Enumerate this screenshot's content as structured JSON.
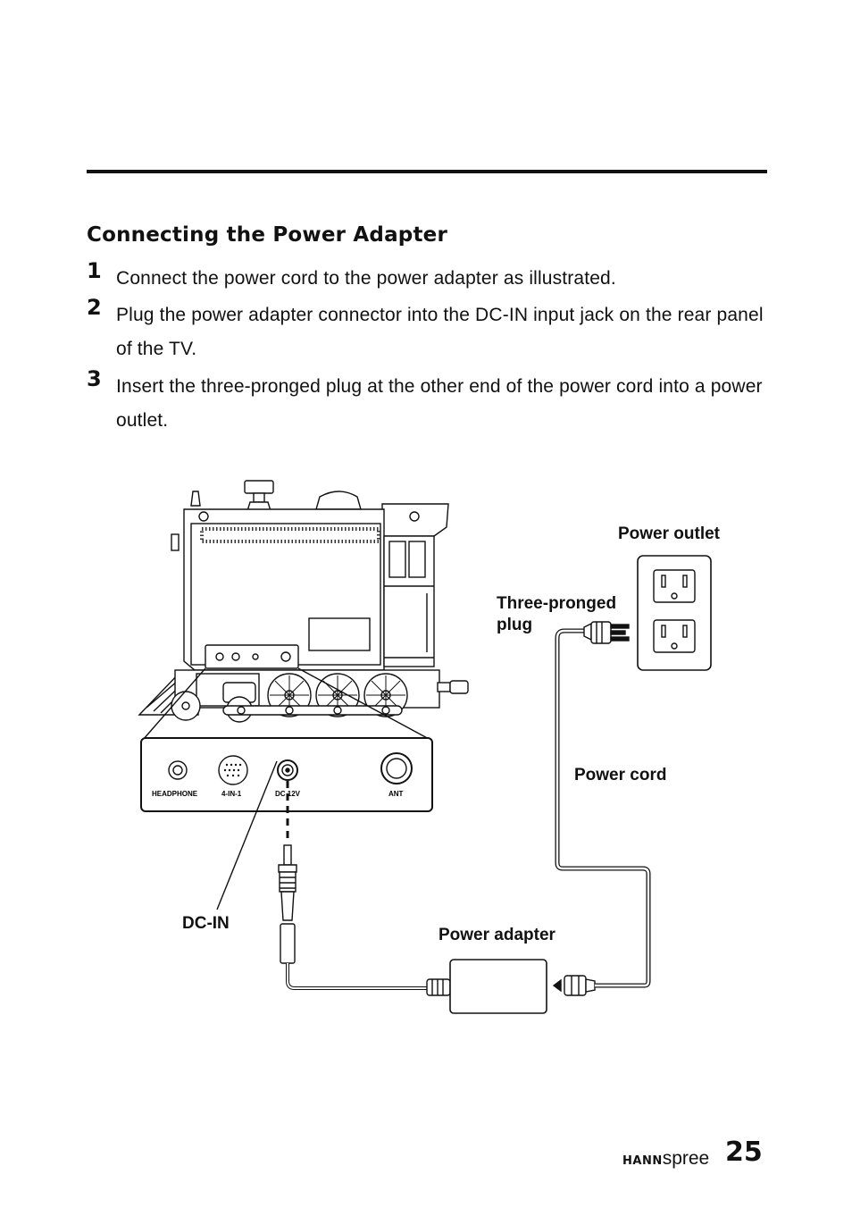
{
  "section": {
    "title": "Connecting the Power Adapter"
  },
  "steps": [
    {
      "number": "1",
      "text": "Connect the power cord to the power adapter as illustrated."
    },
    {
      "number": "2",
      "text": "Plug the power adapter connector into the DC-IN input jack on the rear panel of the TV."
    },
    {
      "number": "3",
      "text": "Insert the three-pronged plug at the other end of the power cord into a power outlet."
    }
  ],
  "diagram": {
    "labels": {
      "power_outlet": "Power outlet",
      "three_pronged_plug": "Three-pronged plug",
      "power_cord": "Power cord",
      "power_adapter": "Power adapter",
      "dc_in": "DC-IN"
    },
    "ports": {
      "headphone": "HEADPHONE",
      "four_in_one": "4-IN-1",
      "dc": "DC 12V",
      "ant": "ANT"
    }
  },
  "footer": {
    "brand_bold": "HANN",
    "brand_light": "spree",
    "page_number": "25"
  }
}
